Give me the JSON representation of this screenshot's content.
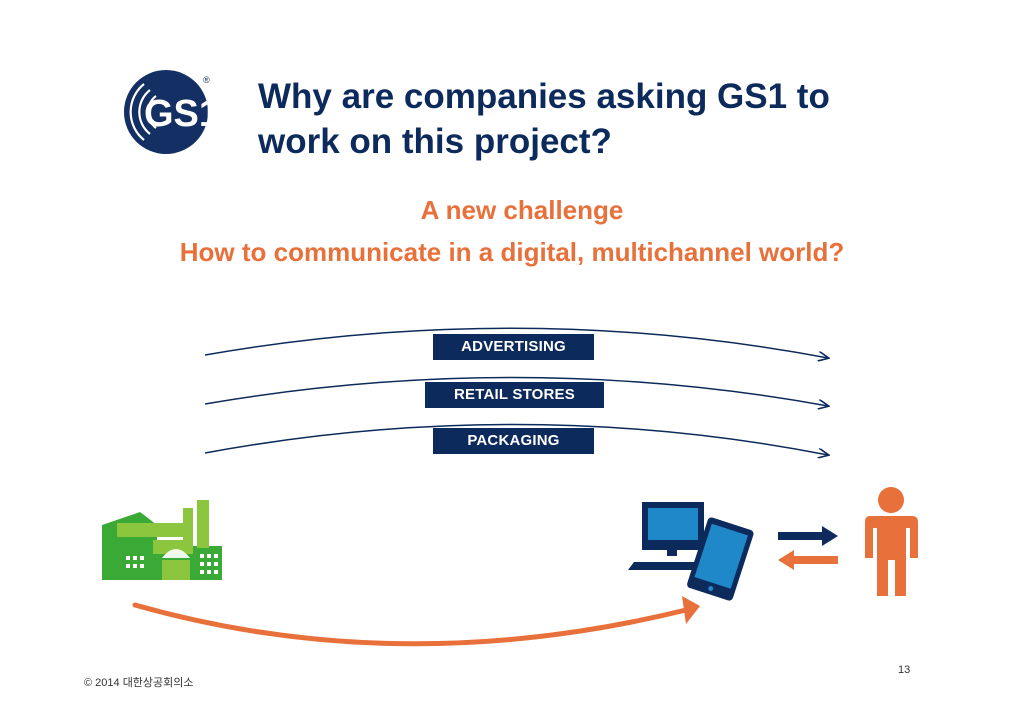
{
  "slide": {
    "title_line1": "Why are companies asking GS1 to",
    "title_line2": "work on this project?",
    "subtitle_line1": "A new challenge",
    "subtitle_line2": "How to communicate in a digital, multichannel world?",
    "logo_text": "GS1",
    "logo_mark": "®",
    "channels": [
      "ADVERTISING",
      "RETAIL STORES",
      "PACKAGING"
    ],
    "page_number": "13",
    "copyright": "© 2014 대한상공회의소",
    "colors": {
      "navy": "#0c2a5b",
      "orange": "#e8703a",
      "green": "#3aa935",
      "light_green": "#8cc63f",
      "device_blue": "#1e88c8"
    },
    "icons": [
      "gs1-logo",
      "factory-icon",
      "computer-icon",
      "tablet-icon",
      "person-icon",
      "exchange-arrows-icon"
    ]
  }
}
